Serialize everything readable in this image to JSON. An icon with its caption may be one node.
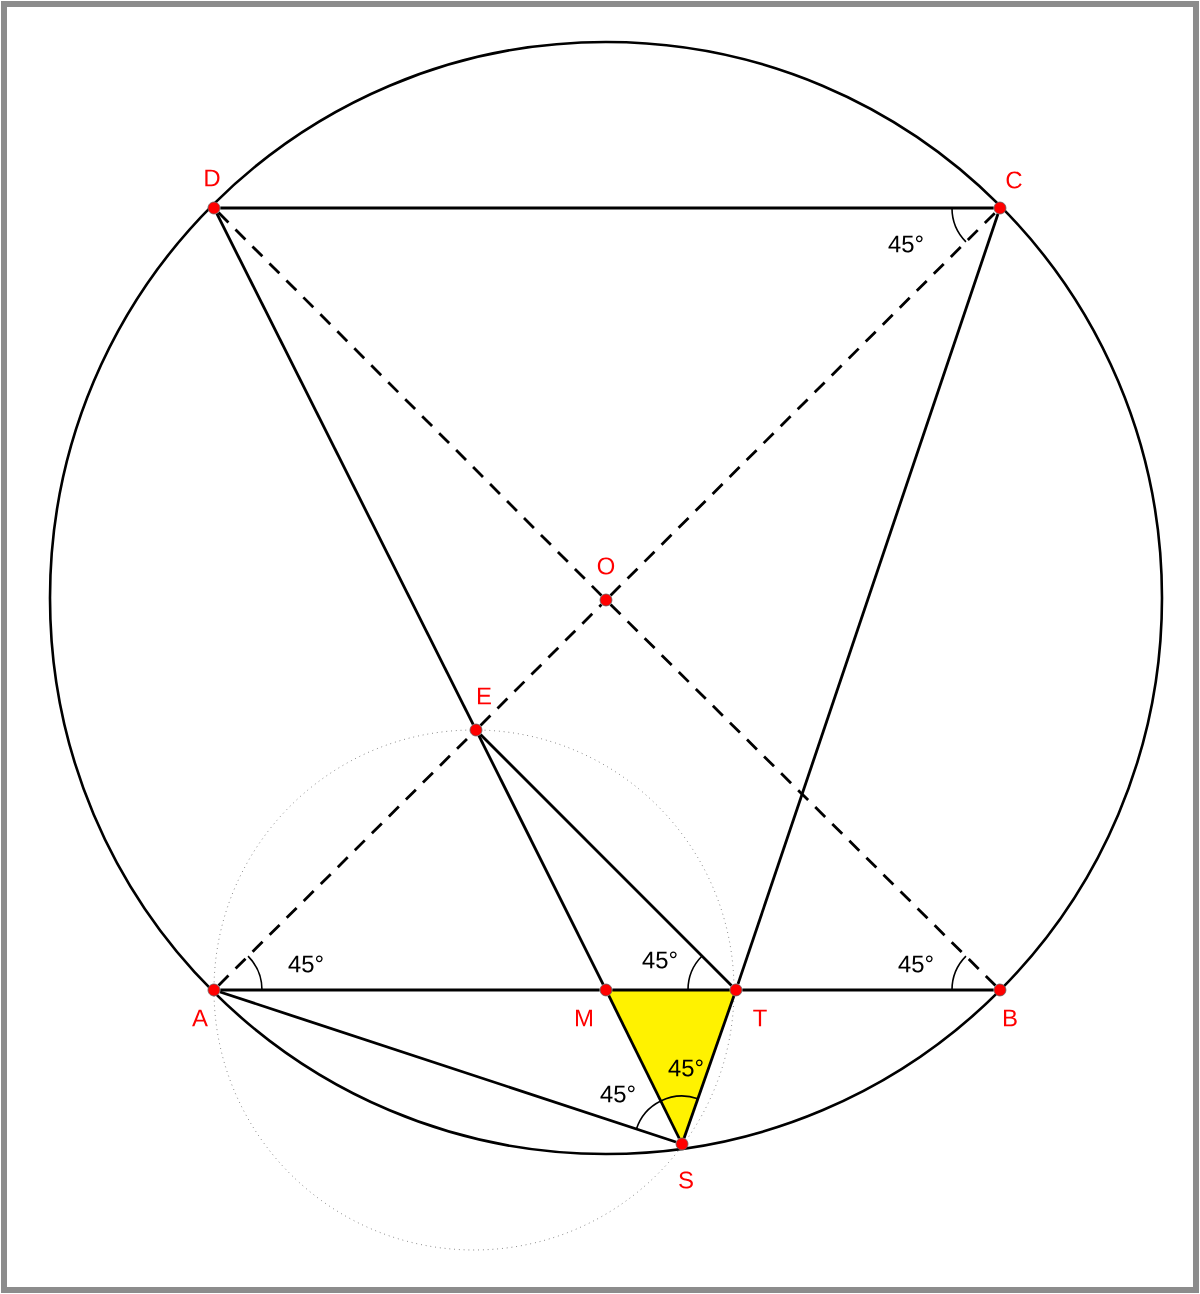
{
  "diagram": {
    "nodes": [
      {
        "text": [
          "D"
        ]
      },
      {
        "text": [
          "C"
        ]
      },
      {
        "text": [
          "O"
        ]
      },
      {
        "text": [
          "E"
        ]
      },
      {
        "text": [
          "A"
        ]
      },
      {
        "text": [
          "M"
        ]
      },
      {
        "text": [
          "T"
        ]
      },
      {
        "text": [
          "B"
        ]
      },
      {
        "text": [
          "S"
        ]
      }
    ],
    "edges": [
      {
        "from": 0,
        "to": 1,
        "arrow": "none"
      },
      {
        "from": 0,
        "to": 2,
        "arrow": "none",
        "style": "dashed"
      },
      {
        "from": 2,
        "to": 7,
        "arrow": "none",
        "style": "dashed"
      },
      {
        "from": 4,
        "to": 3,
        "arrow": "none",
        "style": "dashed"
      },
      {
        "from": 3,
        "to": 2,
        "arrow": "none",
        "style": "dashed"
      },
      {
        "from": 2,
        "to": 1,
        "arrow": "none",
        "style": "dashed"
      },
      {
        "from": 0,
        "to": 3,
        "arrow": "none"
      },
      {
        "from": 3,
        "to": 5,
        "arrow": "none"
      },
      {
        "from": 1,
        "to": 6,
        "arrow": "none"
      },
      {
        "from": 3,
        "to": 6,
        "arrow": "none"
      },
      {
        "from": 4,
        "to": 5,
        "arrow": "none"
      },
      {
        "from": 5,
        "to": 6,
        "arrow": "none"
      },
      {
        "from": 6,
        "to": 7,
        "arrow": "none"
      },
      {
        "from": 4,
        "to": 8,
        "arrow": "none"
      },
      {
        "from": 5,
        "to": 8,
        "arrow": "none"
      },
      {
        "from": 6,
        "to": 8,
        "arrow": "none"
      }
    ],
    "labels": [
      "45°",
      "45°",
      "45°",
      "45°",
      "45°",
      "45°"
    ]
  }
}
